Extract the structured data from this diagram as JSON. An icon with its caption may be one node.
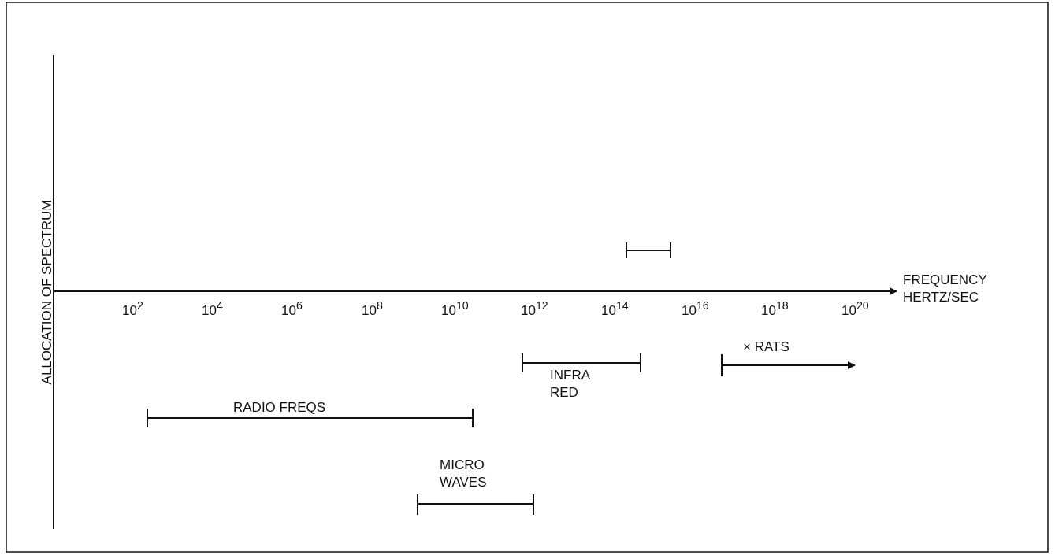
{
  "diagram": {
    "labels": [
      "ALLOCATION OF SPECTRUM",
      "FREQUENCY HERTZ/SEC",
      "10$^{2}$",
      "10$^{4}$",
      "10$^{6}$",
      "10$^{8}$",
      "10$^{10}$",
      "10$^{12}$",
      "10$^{14}$",
      "10$^{16}$",
      "10$^{18}$",
      "10$^{20}$",
      "× RATS",
      "INFRA RED",
      "RADIO FREQS",
      "MICRO WAVES"
    ]
  }
}
